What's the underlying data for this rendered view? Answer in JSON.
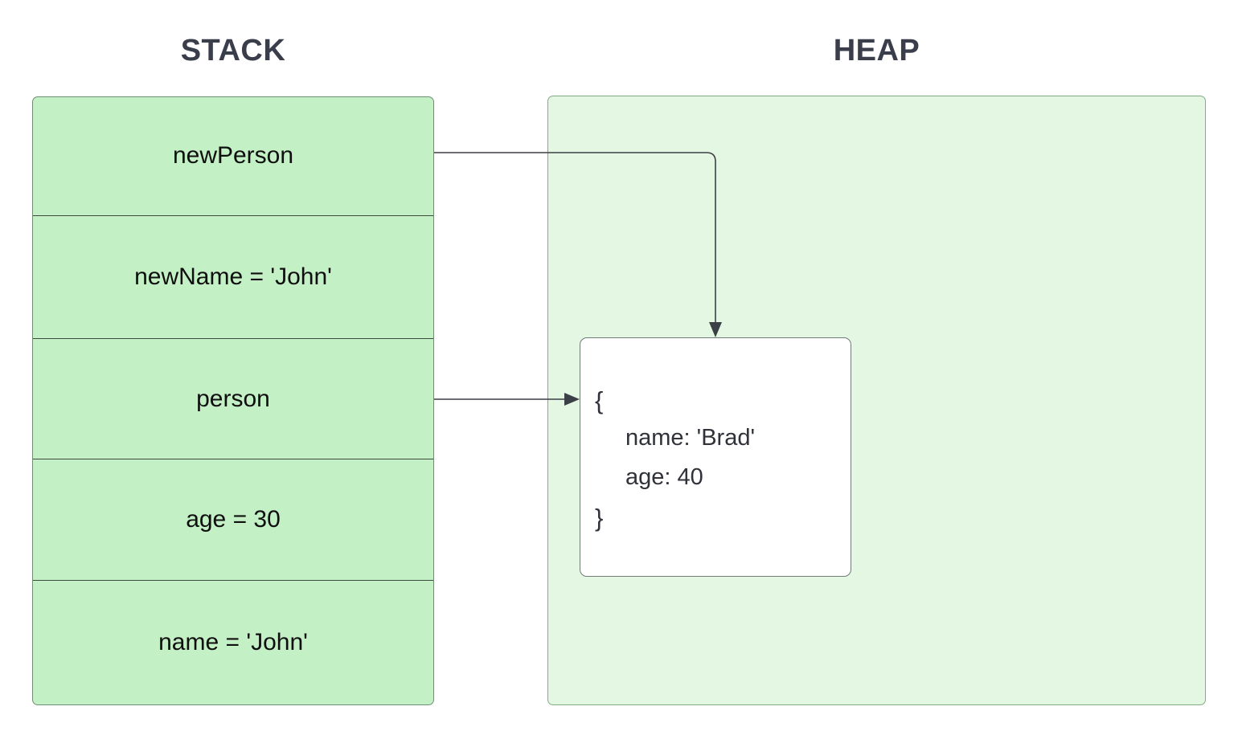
{
  "diagram": {
    "title_stack": "STACK",
    "title_heap": "HEAP",
    "colors": {
      "stack_fill": "#c4f0c5",
      "stack_border": "#6f8f73",
      "heap_fill": "#e4f7e2",
      "heap_border": "#7fae84",
      "object_fill": "#ffffff",
      "object_border": "#717b77",
      "title_text": "#3a3d4a",
      "cell_text": "#0f0f0f",
      "object_text": "#2f3238",
      "connector": "#3b3f46",
      "background": "#ffffff"
    }
  },
  "stack": {
    "label": "STACK",
    "cells": [
      {
        "text": "newPerson",
        "has_pointer": true
      },
      {
        "text": "newName = 'John'",
        "has_pointer": false
      },
      {
        "text": "person",
        "has_pointer": true
      },
      {
        "text": "age = 30",
        "has_pointer": false
      },
      {
        "text": "name = 'John'",
        "has_pointer": false
      }
    ]
  },
  "heap": {
    "label": "HEAP",
    "object": {
      "open_brace": "{",
      "close_brace": "}",
      "properties": [
        "name: 'Brad'",
        "age: 40"
      ]
    }
  },
  "connectors": [
    {
      "name": "newperson-to-object",
      "from": "newPerson",
      "to": "heap-object-top",
      "style": "elbow-right-down-arrow"
    },
    {
      "name": "person-to-object",
      "from": "person",
      "to": "heap-object-left",
      "style": "straight-right-arrow"
    }
  ]
}
